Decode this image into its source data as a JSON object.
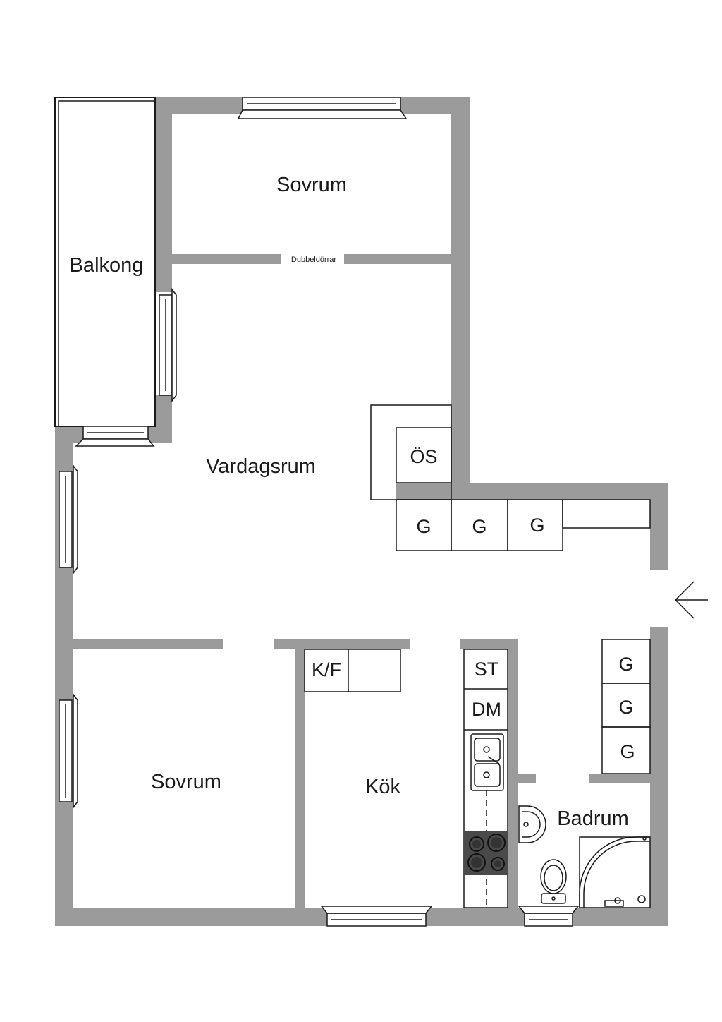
{
  "rooms": {
    "sovrum_top": "Sovrum",
    "balkong": "Balkong",
    "vardagsrum": "Vardagsrum",
    "sovrum_bottom": "Sovrum",
    "kok": "Kök",
    "badrum": "Badrum"
  },
  "labels": {
    "dubbeldorrar": "Dubbeldörrar",
    "os": "ÖS",
    "garderob": "G",
    "kyl_frys": "K/F",
    "st": "ST",
    "dm": "DM"
  },
  "icons": {
    "entrance": "arrow-left-icon",
    "sink": "double-sink-icon",
    "stove": "stove-icon",
    "toilet": "toilet-icon",
    "washbasin": "washbasin-icon",
    "shower": "corner-shower-icon"
  },
  "colors": {
    "wall": "#9b9b9b",
    "line": "#1a1a1a",
    "background": "#ffffff",
    "stove": "#4a4a4a"
  }
}
